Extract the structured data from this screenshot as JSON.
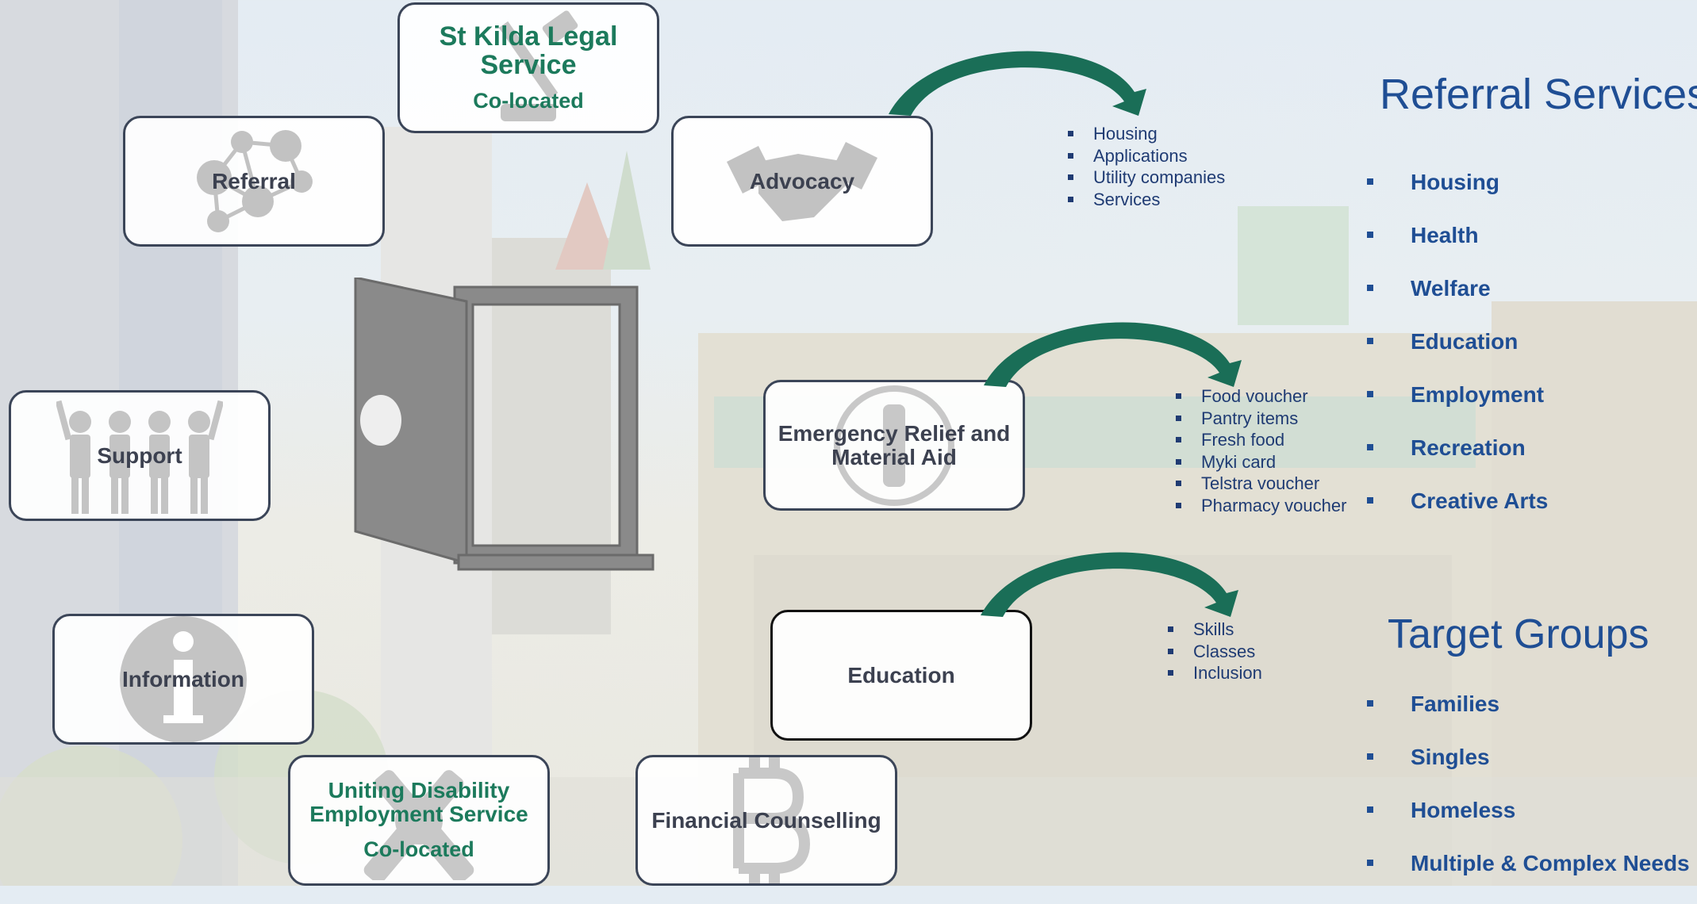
{
  "nodes": {
    "legal": {
      "title": "St Kilda Legal Service",
      "sub": "Co-located"
    },
    "referral": {
      "label": "Referral"
    },
    "advocacy": {
      "label": "Advocacy"
    },
    "support": {
      "label": "Support"
    },
    "emergency": {
      "label": "Emergency Relief and Material Aid"
    },
    "information": {
      "label": "Information"
    },
    "education": {
      "label": "Education"
    },
    "disability": {
      "title": "Uniting Disability Employment Service",
      "sub": "Co-located"
    },
    "financial": {
      "label": "Financial Counselling"
    }
  },
  "advocacy_list": [
    "Housing",
    "Applications",
    "Utility companies",
    "Services"
  ],
  "emergency_list": [
    "Food voucher",
    "Pantry items",
    "Fresh food",
    "Myki card",
    "Telstra voucher",
    "Pharmacy voucher"
  ],
  "education_list": [
    "Skills",
    "Classes",
    "Inclusion"
  ],
  "referral_services": {
    "heading": "Referral Services",
    "items": [
      "Housing",
      "Health",
      "Welfare",
      "Education",
      "Employment",
      "Recreation",
      "Creative Arts"
    ]
  },
  "target_groups": {
    "heading": "Target Groups",
    "items": [
      "Families",
      "Singles",
      "Homeless",
      "Multiple & Complex Needs"
    ]
  },
  "colors": {
    "arrow": "#1a6e57",
    "heading": "#1f4e94",
    "green_text": "#1c7a5c",
    "box_border": "#3b4558"
  },
  "icons": [
    "scales-icon",
    "network-icon",
    "handshake-icon",
    "people-icon",
    "medical-cross-icon",
    "info-icon",
    "bitcoin-icon",
    "open-door-icon",
    "hands-icon"
  ]
}
